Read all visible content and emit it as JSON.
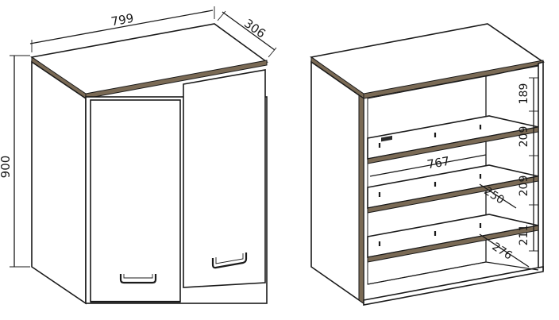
{
  "closed_cabinet": {
    "width": "799",
    "depth": "306",
    "height": "900"
  },
  "open_cabinet": {
    "inner_width": "767",
    "shelf_depth_upper": "250",
    "shelf_depth_lower": "276",
    "gap_1": "189",
    "gap_2": "209",
    "gap_3": "209",
    "gap_4": "211"
  },
  "colors": {
    "line": "#1a1a1a",
    "edge_band": "#7a6a55"
  },
  "icons": {
    "handle": "door-handle-icon"
  }
}
